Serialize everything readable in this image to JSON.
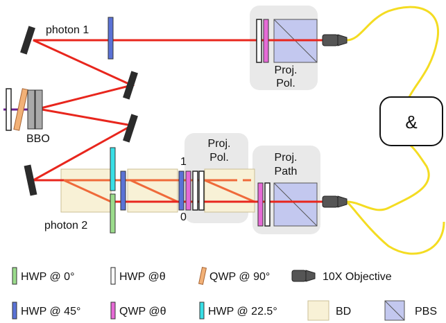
{
  "labels": {
    "photon1": "photon 1",
    "photon2": "photon 2",
    "bbo": "BBO",
    "proj_pol_line1": "Proj.",
    "proj_pol_line2": "Pol.",
    "proj_path_line1": "Proj.",
    "proj_path_line2": "Path",
    "path_one": "1",
    "path_zero": "0",
    "coincidence": "&"
  },
  "legend": [
    {
      "key": "hwp0",
      "label": "HWP @ 0°"
    },
    {
      "key": "hwpTheta",
      "label": "HWP @θ"
    },
    {
      "key": "qwp90",
      "label": "QWP @ 90°"
    },
    {
      "key": "objective",
      "label": "10X Objective"
    },
    {
      "key": "hwp45",
      "label": "HWP @ 45°"
    },
    {
      "key": "qwpTheta",
      "label": "QWP @θ"
    },
    {
      "key": "hwp225",
      "label": "HWP @ 22.5°"
    },
    {
      "key": "bd",
      "label": "BD"
    },
    {
      "key": "pbs",
      "label": "PBS"
    }
  ],
  "colors": {
    "beam_red": "#e8261d",
    "beam_orange": "#ef6a3a",
    "pump_purple": "#6a1f8f",
    "hwp0_green": "#9bdc8c",
    "hwp45_blue": "#5a72d6",
    "qwp_magenta": "#e66ad6",
    "hwp225_cyan": "#38dfe6",
    "qwp90_orange": "#f2b177",
    "bd_fill": "#f8f1d6",
    "pbs_fill": "#c3c8ef",
    "fiber_yellow": "#f4dc22",
    "box_gray": "#e9e9e9",
    "mirror": "#2b2b2b",
    "objective": "#555555"
  }
}
